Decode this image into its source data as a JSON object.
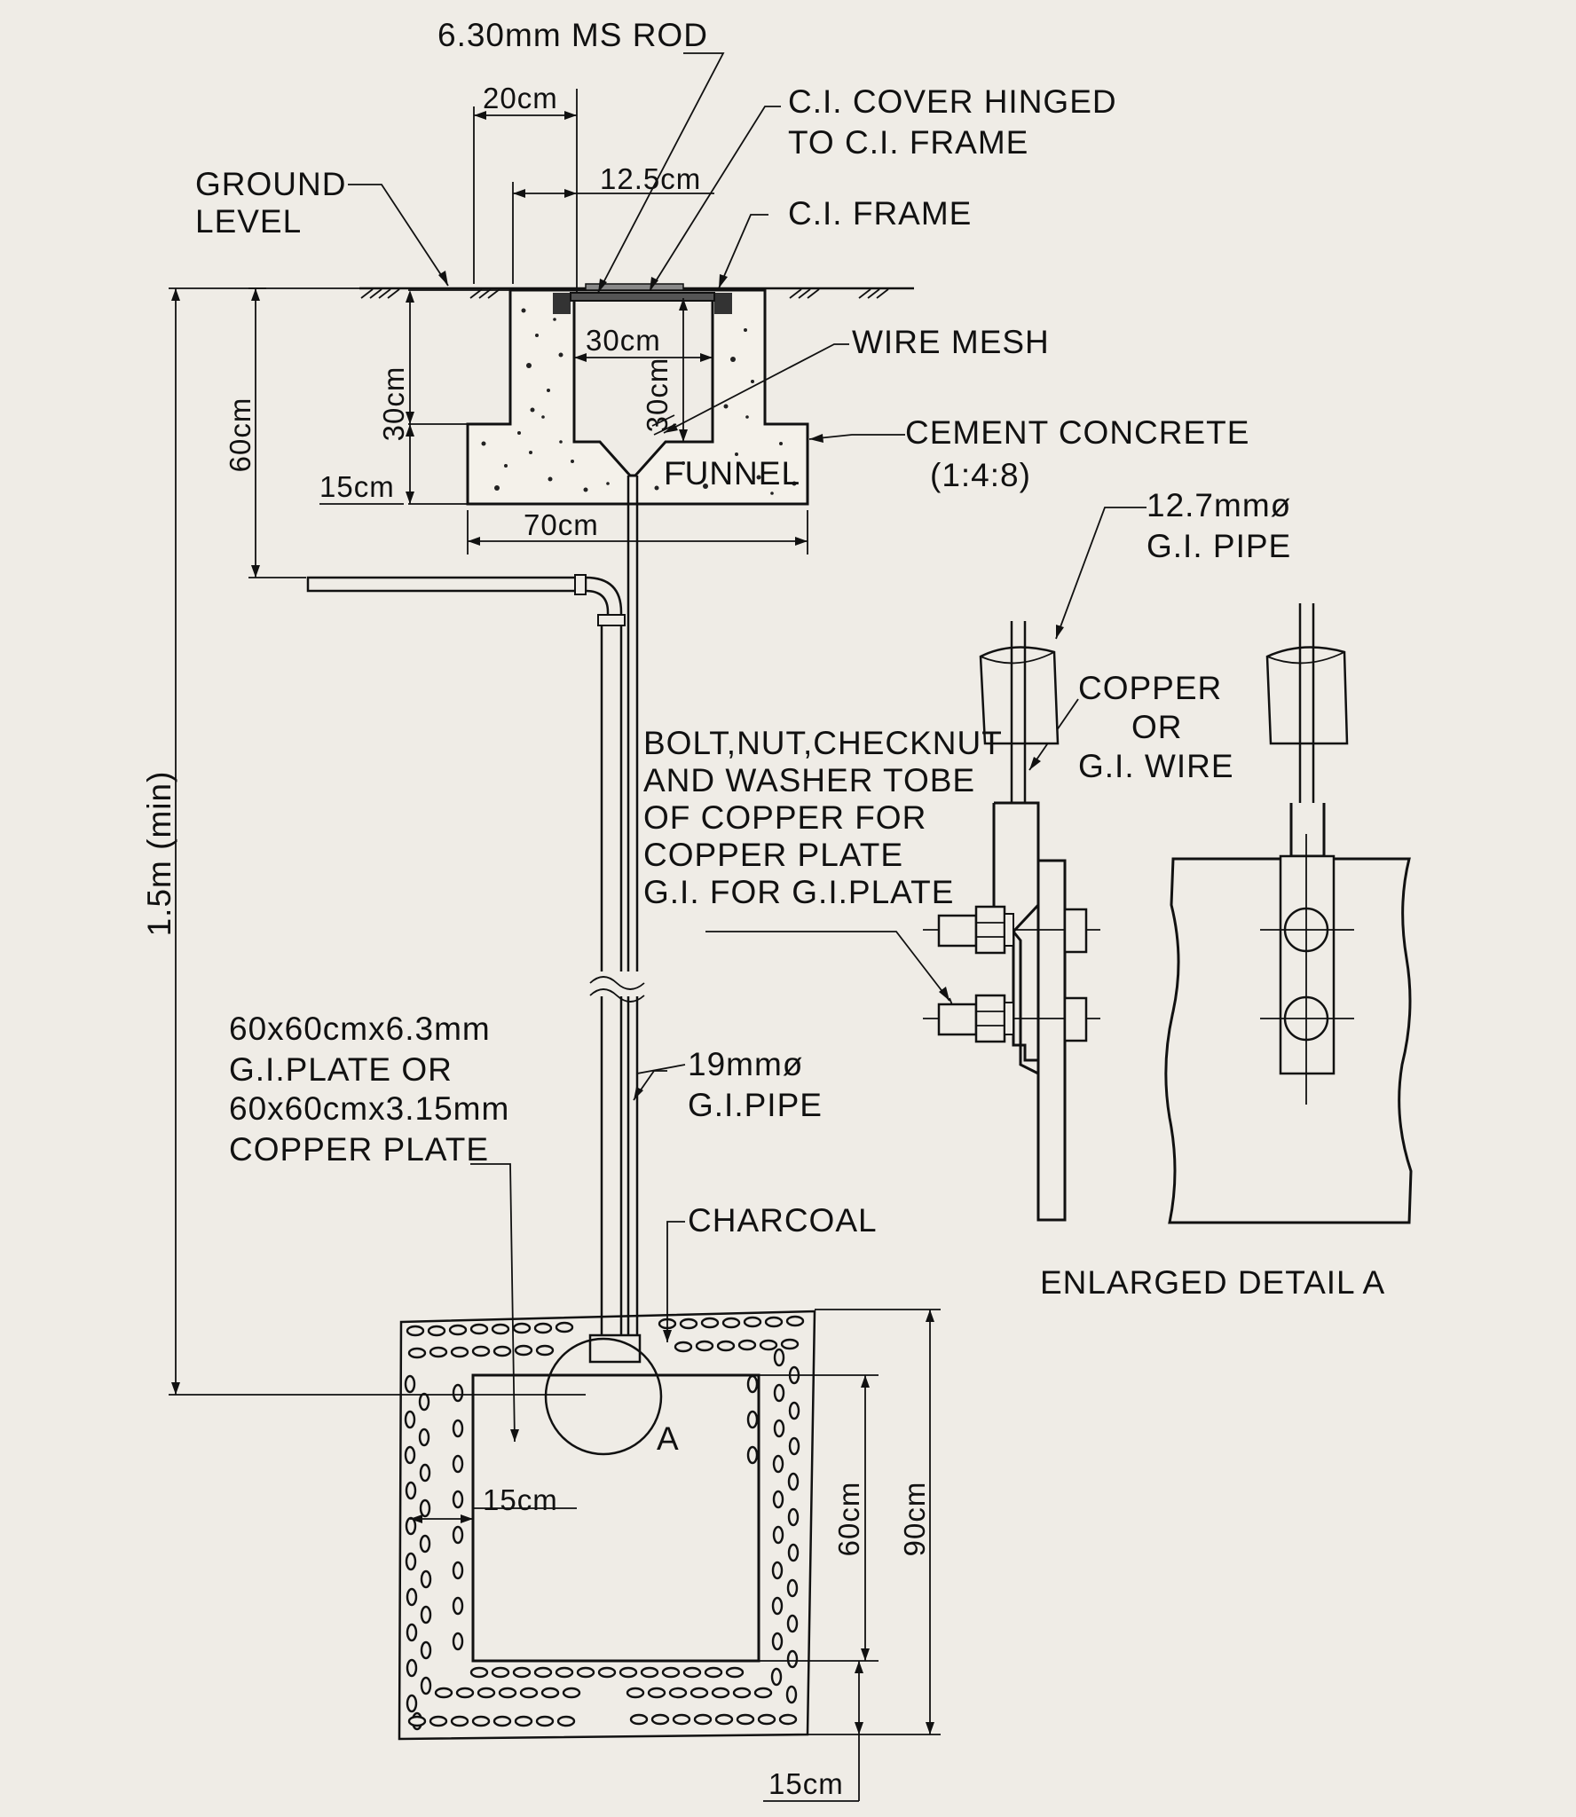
{
  "labels": {
    "ms_rod": "6.30mm MS ROD",
    "ci_cover_line1": "C.I. COVER HINGED",
    "ci_cover_line2": "TO C.I. FRAME",
    "ci_frame": "C.I. FRAME",
    "ground_line1": "GROUND",
    "ground_line2": "LEVEL",
    "wire_mesh": "WIRE MESH",
    "cement_line1": "CEMENT CONCRETE",
    "cement_line2": "(1:4:8)",
    "funnel": "FUNNEL",
    "gi_pipe_127_line1": "12.7mmø",
    "gi_pipe_127_line2": "G.I. PIPE",
    "wire_line1": "COPPER",
    "wire_line2": "OR",
    "wire_line3": "G.I. WIRE",
    "bolt_line1": "BOLT,NUT,CHECKNUT",
    "bolt_line2": "AND WASHER TOBE",
    "bolt_line3": "OF COPPER FOR",
    "bolt_line4": "COPPER PLATE",
    "bolt_line5": "G.I. FOR G.I.PLATE",
    "plate_line1": "60x60cmx6.3mm",
    "plate_line2": "G.I.PLATE OR",
    "plate_line3": "60x60cmx3.15mm",
    "plate_line4": "COPPER PLATE",
    "gi_pipe_19_line1": "19mmø",
    "gi_pipe_19_line2": "G.I.PIPE",
    "charcoal": "CHARCOAL",
    "detail_marker": "A",
    "enlarged_detail": "ENLARGED DETAIL A"
  },
  "dimensions": {
    "chamber_top_width": "20cm",
    "cover_width": "12.5cm",
    "chamber_depth": "30cm",
    "inner_width": "30cm",
    "inner_depth": "30cm",
    "base_thickness": "15cm",
    "depth_to_pipe": "60cm",
    "base_width": "70cm",
    "pipe_depth": "1.5m (min)",
    "plate_offset": "15cm",
    "plate_height": "60cm",
    "pit_height": "90cm",
    "pit_bottom": "15cm"
  }
}
